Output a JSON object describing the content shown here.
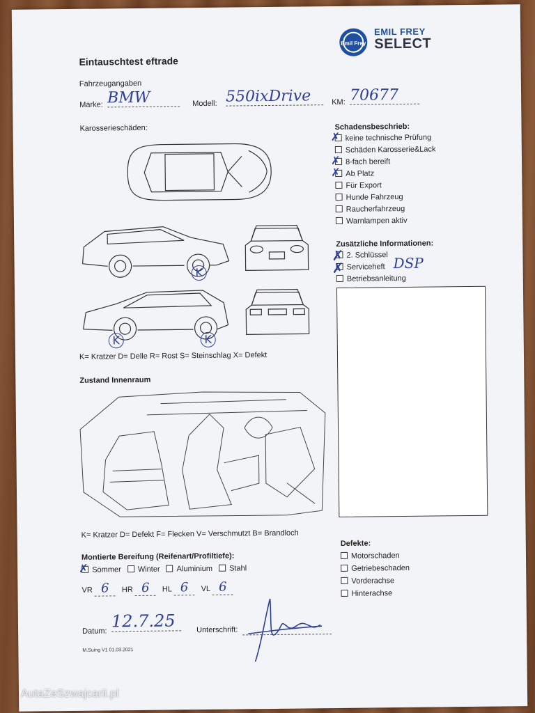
{
  "form": {
    "title": "Eintauschtest eftrade",
    "section_vehicle": "Fahrzeugangaben",
    "label_marke": "Marke:",
    "value_marke": "BMW",
    "label_modell": "Modell:",
    "value_modell": "550ixDrive",
    "label_km": "KM:",
    "value_km": "70677",
    "section_body": "Karosserieschäden:",
    "body_legend": "K= Kratzer D= Delle R= Rost S= Steinschlag X= Defekt",
    "section_interior": "Zustand Innenraum",
    "interior_legend": "K= Kratzer D= Defekt F= Flecken V= Verschmutzt B= Brandloch",
    "damage_marks": [
      "K",
      "K",
      "K"
    ],
    "version": "M.Suing V1 01.03.2021"
  },
  "logo": {
    "brand_small": "Emil Frey",
    "line1": "EMIL FREY",
    "line2": "SELECT"
  },
  "schaden": {
    "heading": "Schadensbeschrieb:",
    "items": [
      {
        "label": "keine technische Prüfung",
        "checked": true
      },
      {
        "label": "Schäden Karosserie&Lack",
        "checked": false
      },
      {
        "label": "8-fach bereift",
        "checked": true
      },
      {
        "label": "Ab Platz",
        "checked": true
      },
      {
        "label": "Für Export",
        "checked": false
      },
      {
        "label": "Hunde Fahrzeug",
        "checked": false
      },
      {
        "label": "Raucherfahrzeug",
        "checked": false
      },
      {
        "label": "Warnlampen aktiv",
        "checked": false
      }
    ]
  },
  "zusatz": {
    "heading": "Zusätzliche Informationen:",
    "items": [
      {
        "label": "2. Schlüssel",
        "checked": true
      },
      {
        "label": "Serviceheft",
        "checked": true
      },
      {
        "label": "Betriebsanleitung",
        "checked": false
      }
    ],
    "serviceheft_note": "DSP"
  },
  "bereifung": {
    "heading": "Montierte Bereifung (Reifenart/Profiltiefe):",
    "options": [
      {
        "label": "Sommer",
        "checked": true
      },
      {
        "label": "Winter",
        "checked": false
      },
      {
        "label": "Aluminium",
        "checked": false
      },
      {
        "label": "Stahl",
        "checked": false
      }
    ],
    "vr_label": "VR",
    "vr": "6",
    "hr_label": "HR",
    "hr": "6",
    "hl_label": "HL",
    "hl": "6",
    "vl_label": "VL",
    "vl": "6"
  },
  "defekte": {
    "heading": "Defekte:",
    "items": [
      {
        "label": "Motorschaden",
        "checked": false
      },
      {
        "label": "Getriebeschaden",
        "checked": false
      },
      {
        "label": "Vorderachse",
        "checked": false
      },
      {
        "label": "Hinterachse",
        "checked": false
      }
    ]
  },
  "footer": {
    "datum_label": "Datum:",
    "datum_value": "12.7.25",
    "unterschrift_label": "Unterschrift:"
  },
  "watermark": "AutaZeSzwajcarii.pl",
  "colors": {
    "ink": "#2d3f9a",
    "logo_blue": "#1f4fa0",
    "logo_dark": "#2b3444"
  }
}
